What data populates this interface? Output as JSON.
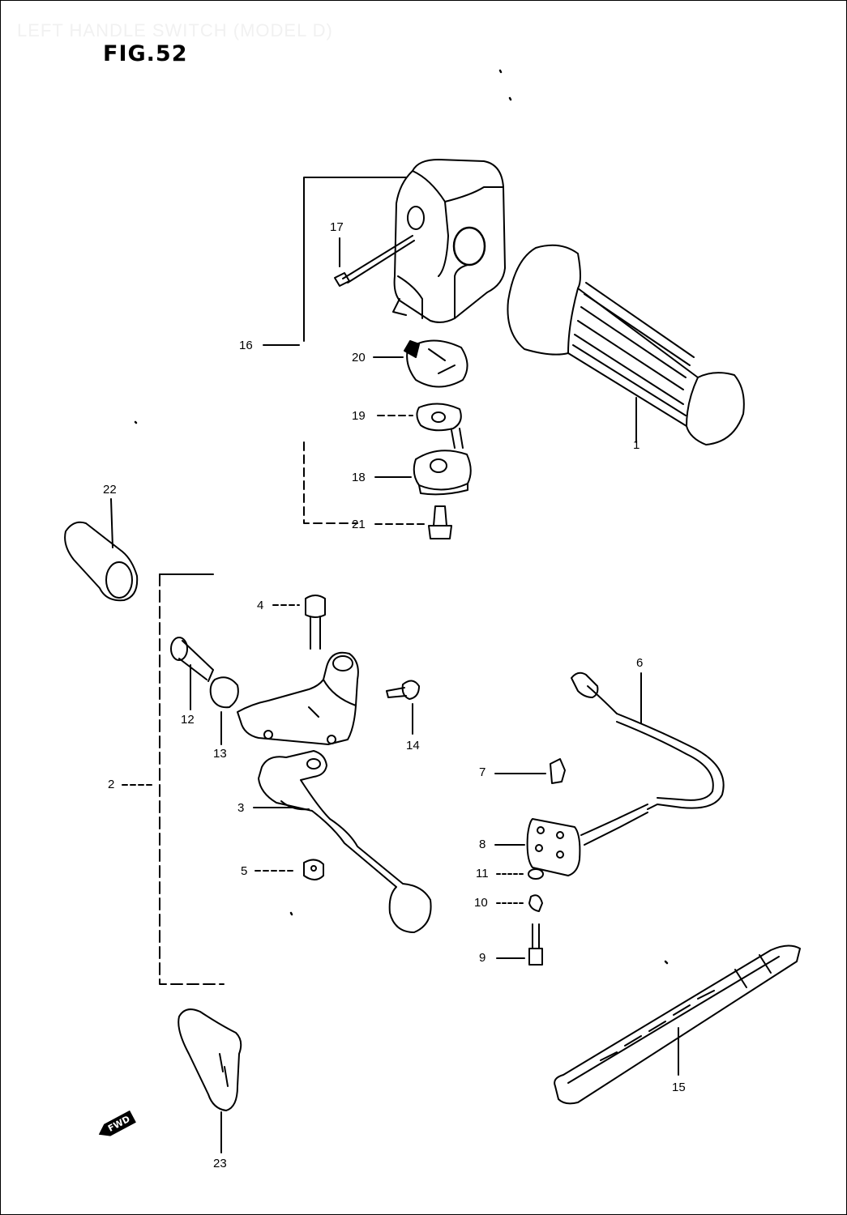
{
  "header": {
    "section_title": "LEFT HANDLE SWITCH (MODEL D)",
    "figure_label": "FIG.52"
  },
  "callouts": {
    "c1": "1",
    "c2": "2",
    "c3": "3",
    "c4": "4",
    "c5": "5",
    "c6": "6",
    "c7": "7",
    "c8": "8",
    "c9": "9",
    "c10": "10",
    "c11": "11",
    "c12": "12",
    "c13": "13",
    "c14": "14",
    "c15": "15",
    "c16": "16",
    "c17": "17",
    "c18": "18",
    "c19": "19",
    "c20": "20",
    "c21": "21",
    "c22": "22",
    "c23": "23"
  },
  "forward_arrow": {
    "label": "FWD"
  },
  "colors": {
    "ink": "#000000",
    "paper": "#ffffff"
  }
}
